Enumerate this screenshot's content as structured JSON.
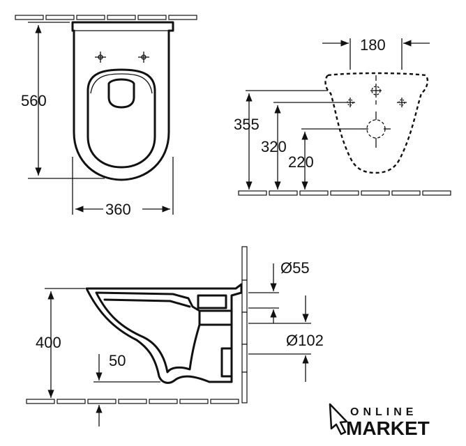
{
  "top_view": {
    "height_label": "560",
    "width_label": "360"
  },
  "front_view": {
    "width_label": "180",
    "height_label_1": "355",
    "height_label_2": "320",
    "height_label_3": "220"
  },
  "side_view": {
    "height_label": "400",
    "offset_label": "50",
    "pipe_small_label": "Ø55",
    "pipe_large_label": "Ø102"
  },
  "logo": {
    "top": "ONLINE",
    "bottom": "MARKET"
  },
  "colors": {
    "line": "#111111",
    "background": "#ffffff"
  }
}
